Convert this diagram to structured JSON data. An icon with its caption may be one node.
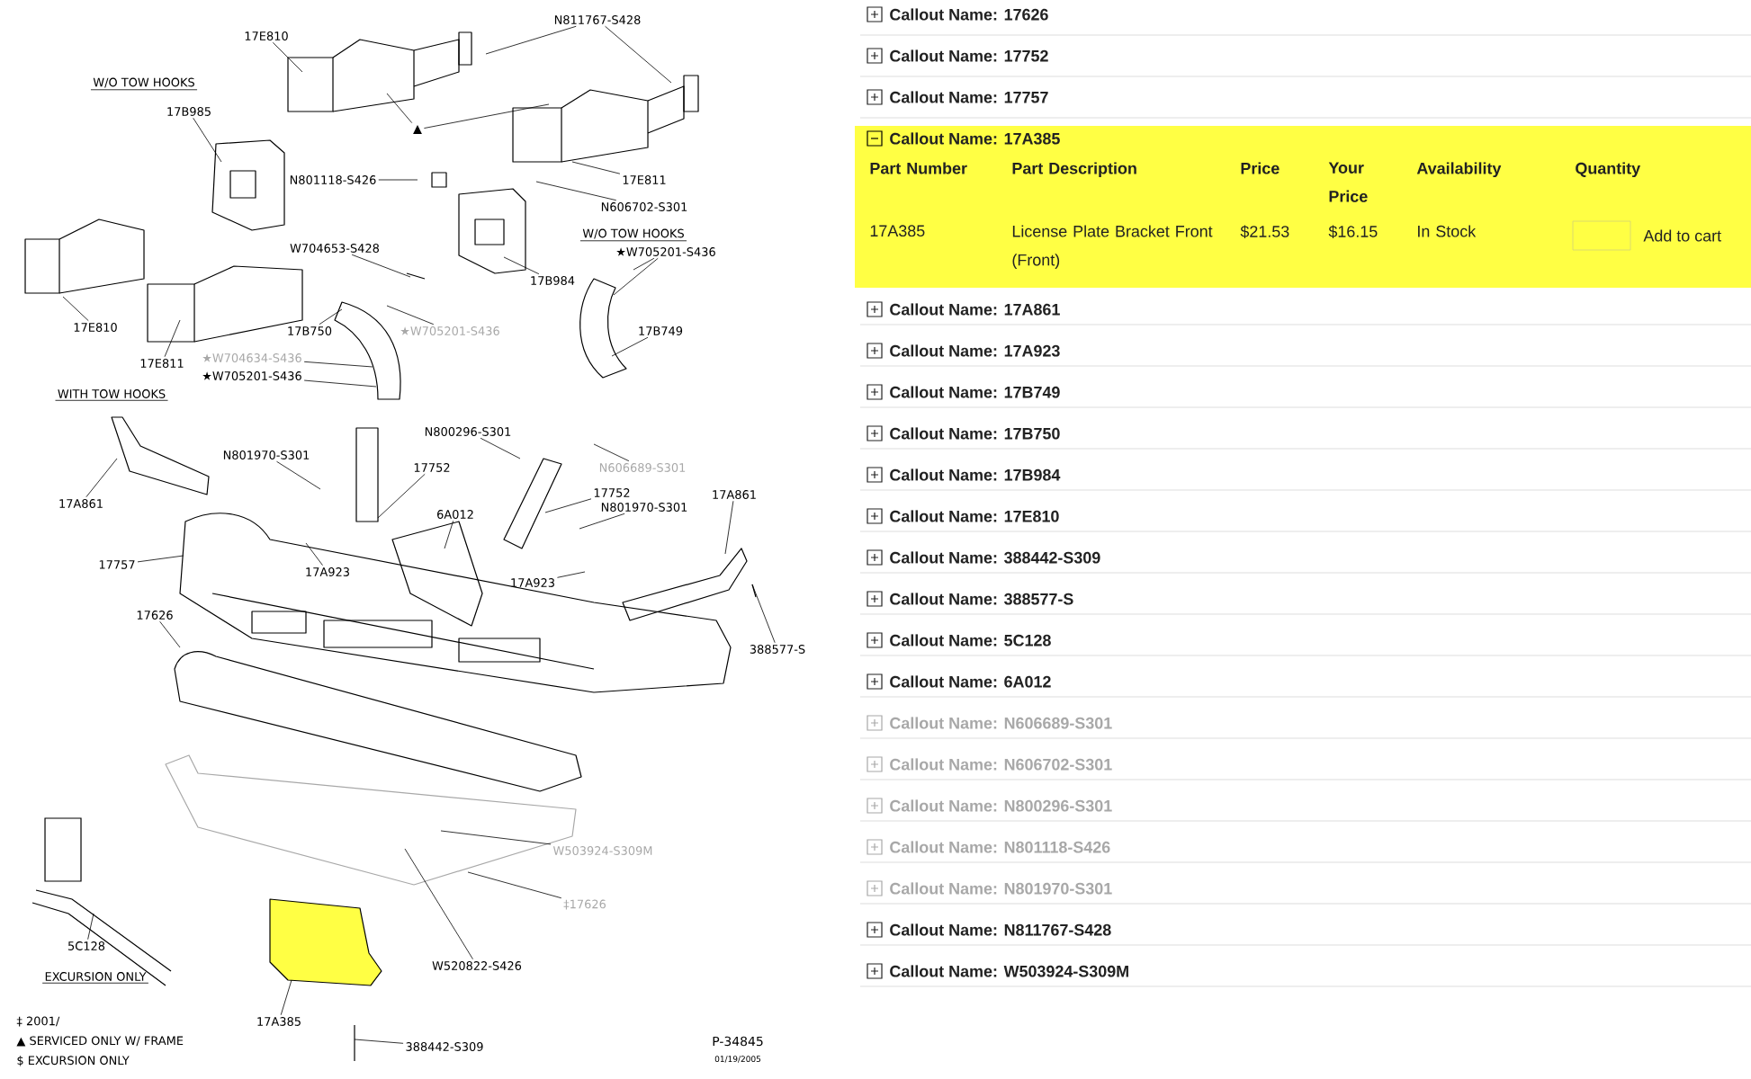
{
  "diagram": {
    "nodes": [
      {
        "text": [
          "17E810"
        ]
      },
      {
        "text": [
          "N811767-S428"
        ]
      },
      {
        "text": [
          "17B985"
        ]
      },
      {
        "text": [
          "N801118-S426"
        ]
      },
      {
        "text": [
          "17E811"
        ]
      },
      {
        "text": [
          "N606702-S301"
        ]
      },
      {
        "text": [
          "W704653-S428"
        ]
      },
      {
        "text": [
          "17B984"
        ]
      },
      {
        "text": [
          "★W705201-S436"
        ]
      },
      {
        "text": [
          "17E810"
        ]
      },
      {
        "text": [
          "17B750"
        ]
      },
      {
        "text": [
          "★W705201-S436"
        ]
      },
      {
        "text": [
          "17B749"
        ]
      },
      {
        "text": [
          "17E811"
        ]
      },
      {
        "text": [
          "★W704634-S436"
        ]
      },
      {
        "text": [
          "★W705201-S436"
        ]
      },
      {
        "text": [
          "17A861"
        ]
      },
      {
        "text": [
          "N801970-S301"
        ]
      },
      {
        "text": [
          "17752"
        ]
      },
      {
        "text": [
          "N800296-S301"
        ]
      },
      {
        "text": [
          "N606689-S301"
        ]
      },
      {
        "text": [
          "6A012"
        ]
      },
      {
        "text": [
          "17752"
        ]
      },
      {
        "text": [
          "N801970-S301"
        ]
      },
      {
        "text": [
          "17A861"
        ]
      },
      {
        "text": [
          "17A923"
        ]
      },
      {
        "text": [
          "17A923"
        ]
      },
      {
        "text": [
          "17757"
        ]
      },
      {
        "text": [
          "17626"
        ]
      },
      {
        "text": [
          "388577-S"
        ]
      },
      {
        "text": [
          "W503924-S309M"
        ]
      },
      {
        "text": [
          "‡17626"
        ]
      },
      {
        "text": [
          "5C128"
        ]
      },
      {
        "text": [
          "W520822-S426"
        ]
      },
      {
        "text": [
          "17A385"
        ]
      },
      {
        "text": [
          "388442-S309"
        ]
      },
      {
        "text": [
          "▲"
        ]
      }
    ],
    "edges": [
      {
        "from": 0,
        "to": null,
        "arrow": "none"
      },
      {
        "from": 1,
        "to": null,
        "arrow": "none"
      },
      {
        "from": 1,
        "to": null,
        "arrow": "none"
      },
      {
        "from": 2,
        "to": null,
        "arrow": "none"
      },
      {
        "from": 3,
        "to": null,
        "arrow": "none"
      },
      {
        "from": 4,
        "to": null,
        "arrow": "none"
      },
      {
        "from": 5,
        "to": null,
        "arrow": "none"
      },
      {
        "from": 6,
        "to": null,
        "arrow": "none"
      },
      {
        "from": 7,
        "to": null,
        "arrow": "none"
      },
      {
        "from": 8,
        "to": null,
        "arrow": "none"
      },
      {
        "from": 8,
        "to": null,
        "arrow": "none"
      },
      {
        "from": 9,
        "to": null,
        "arrow": "none"
      },
      {
        "from": 10,
        "to": null,
        "arrow": "none"
      },
      {
        "from": 11,
        "to": null,
        "arrow": "none"
      },
      {
        "from": 12,
        "to": null,
        "arrow": "none"
      },
      {
        "from": 13,
        "to": null,
        "arrow": "none"
      },
      {
        "from": 14,
        "to": null,
        "arrow": "none"
      },
      {
        "from": 15,
        "to": null,
        "arrow": "none"
      },
      {
        "from": 16,
        "to": null,
        "arrow": "none"
      },
      {
        "from": 17,
        "to": null,
        "arrow": "none"
      },
      {
        "from": 18,
        "to": null,
        "arrow": "none"
      },
      {
        "from": 19,
        "to": null,
        "arrow": "none"
      },
      {
        "from": 20,
        "to": null,
        "arrow": "none"
      },
      {
        "from": 21,
        "to": null,
        "arrow": "none"
      },
      {
        "from": 22,
        "to": null,
        "arrow": "none"
      },
      {
        "from": 23,
        "to": null,
        "arrow": "none"
      },
      {
        "from": 24,
        "to": null,
        "arrow": "none"
      },
      {
        "from": 25,
        "to": null,
        "arrow": "none"
      },
      {
        "from": 26,
        "to": null,
        "arrow": "none"
      },
      {
        "from": 27,
        "to": null,
        "arrow": "none"
      },
      {
        "from": 28,
        "to": null,
        "arrow": "none"
      },
      {
        "from": 29,
        "to": null,
        "arrow": "none"
      },
      {
        "from": 30,
        "to": null,
        "arrow": "none"
      },
      {
        "from": 31,
        "to": null,
        "arrow": "none"
      },
      {
        "from": 32,
        "to": null,
        "arrow": "none"
      },
      {
        "from": 33,
        "to": null,
        "arrow": "none"
      },
      {
        "from": 34,
        "to": null,
        "arrow": "none"
      },
      {
        "from": 35,
        "to": null,
        "arrow": "none"
      },
      {
        "from": 36,
        "to": null,
        "arrow": "none"
      },
      {
        "from": 36,
        "to": null,
        "arrow": "none"
      }
    ],
    "labels": [
      "W/O TOW HOOKS",
      "W/O TOW HOOKS",
      "WITH TOW HOOKS",
      "EXCURSION ONLY",
      "‡ 2001/",
      "▲ SERVICED ONLY W/ FRAME",
      "$ EXCURSION ONLY",
      "P-34845",
      "01/19/2005",
      "Callout Name: 17626",
      "Callout Name: 17752",
      "Callout Name: 17757",
      "Callout Name: 17A385",
      "Part Number",
      "Part Description",
      "Price",
      "Your Price",
      "Availability",
      "Quantity",
      "17A385",
      "License Plate Bracket Front (Front)",
      "$21.53",
      "$16.15",
      "In Stock",
      "Add to cart",
      "Callout Name: 17A861",
      "Callout Name: 17A923",
      "Callout Name: 17B749",
      "Callout Name: 17B750",
      "Callout Name: 17B984",
      "Callout Name: 17E810",
      "Callout Name: 388442-S309",
      "Callout Name: 388577-S",
      "Callout Name: 5C128",
      "Callout Name: 6A012",
      "Callout Name: N606689-S301",
      "Callout Name: N606702-S301",
      "Callout Name: N800296-S301",
      "Callout Name: N801118-S426",
      "Callout Name: N801970-S301",
      "Callout Name: N811767-S428",
      "Callout Name: W503924-S309M"
    ]
  }
}
